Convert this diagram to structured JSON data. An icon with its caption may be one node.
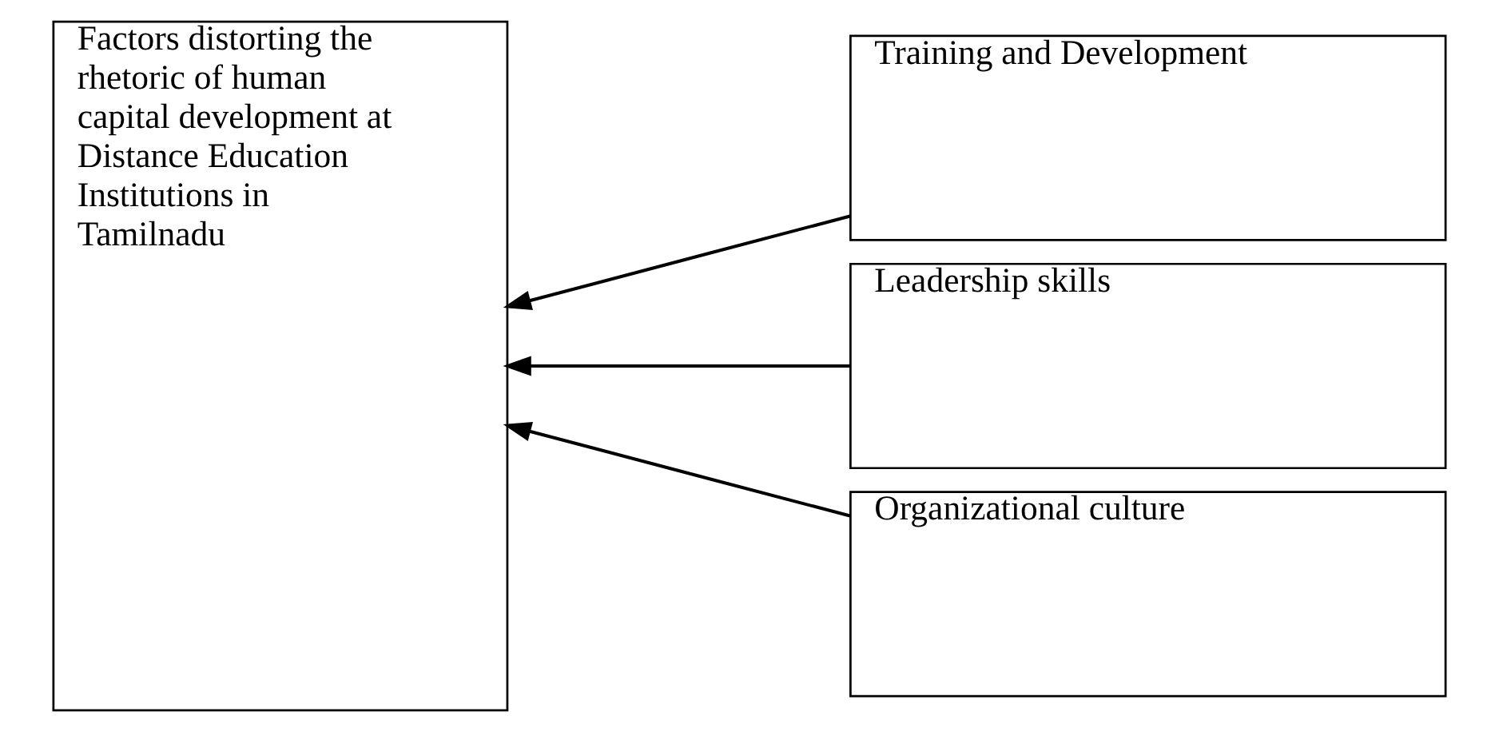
{
  "diagram": {
    "nodes": [
      {
        "text": [
          "Factors distorting the rhetoric of human capital development at Distance Education Institutions in Tamilnadu"
        ]
      },
      {
        "text": [
          "Training and Development"
        ]
      },
      {
        "text": [
          "Leadership skills"
        ]
      },
      {
        "text": [
          "Organizational culture"
        ]
      }
    ],
    "edges": [
      {
        "from": 1,
        "to": 0,
        "arrow": "to"
      },
      {
        "from": 2,
        "to": 0,
        "arrow": "to"
      },
      {
        "from": 3,
        "to": 0,
        "arrow": "to"
      }
    ]
  }
}
